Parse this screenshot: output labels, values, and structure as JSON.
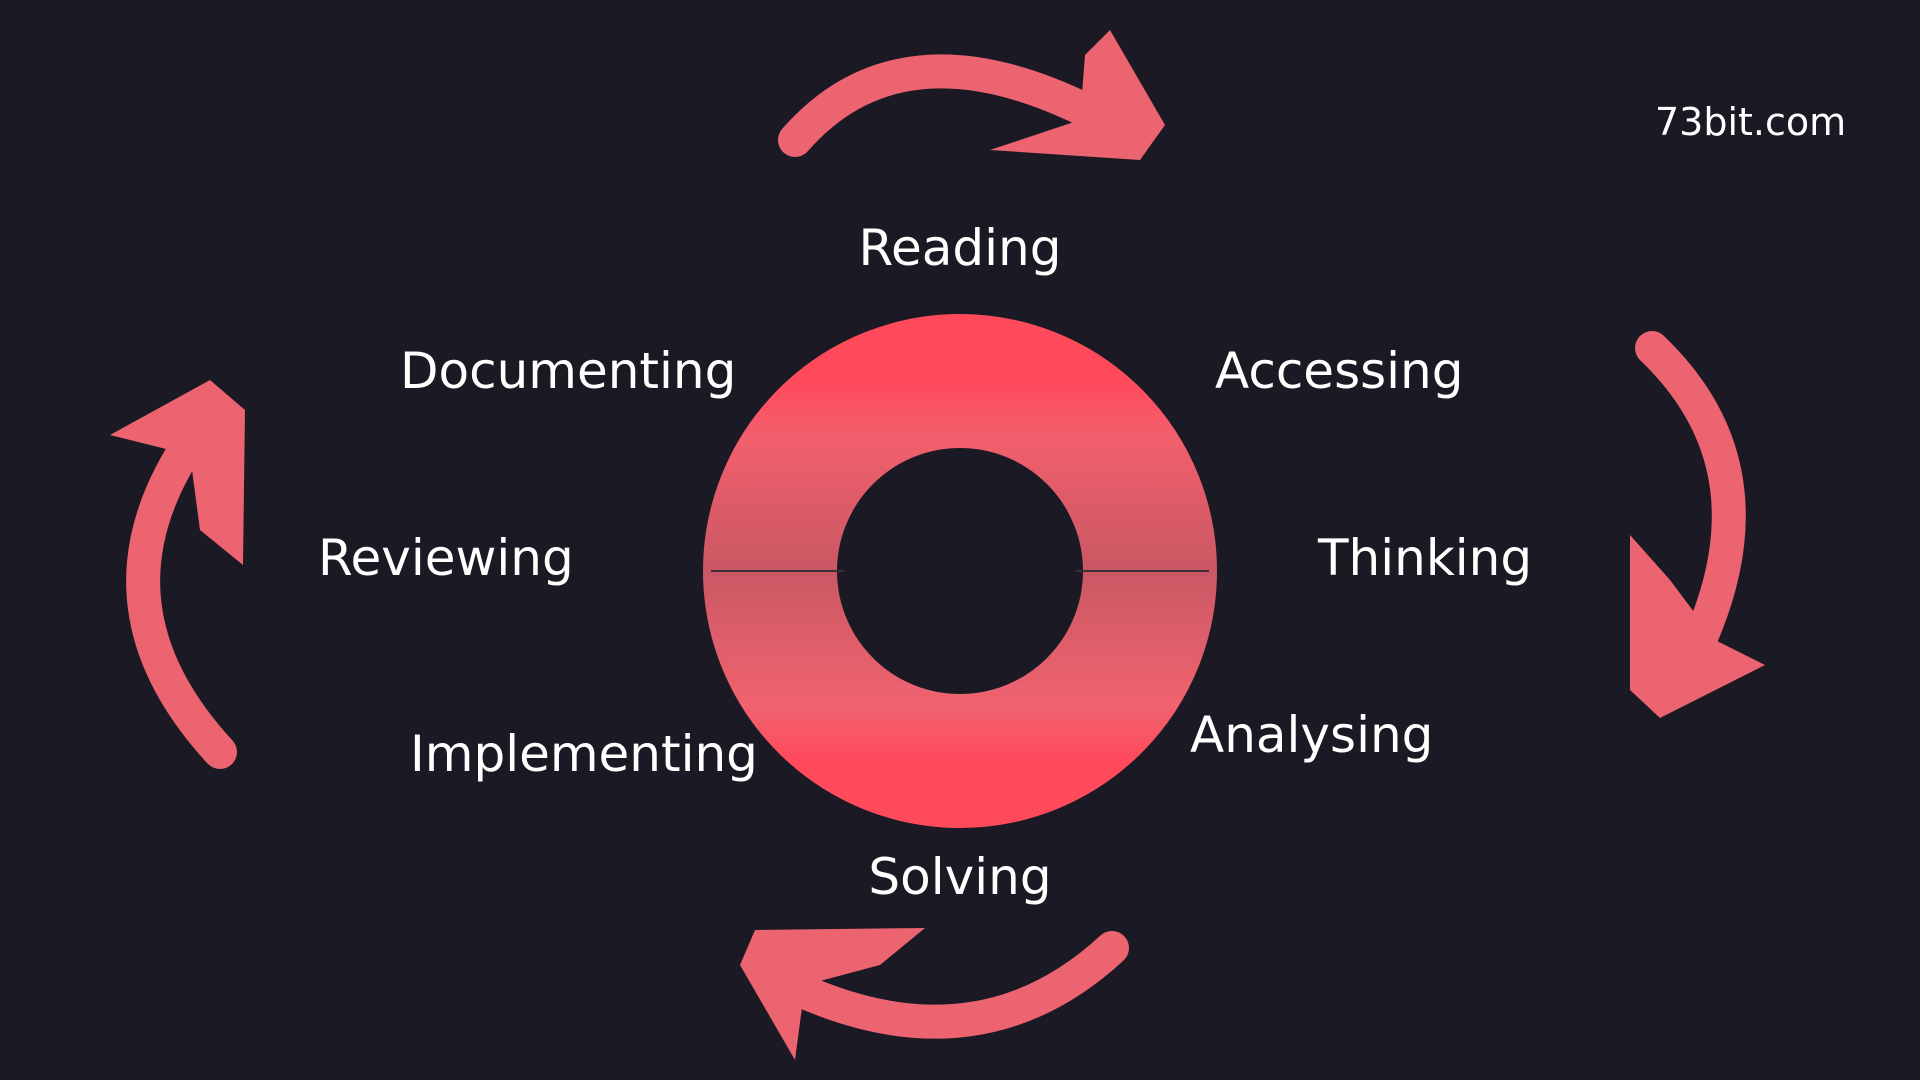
{
  "brand": "73bit.com",
  "cycle_steps": [
    "Reading",
    "Accessing",
    "Thinking",
    "Analysing",
    "Solving",
    "Implementing",
    "Reviewing",
    "Documenting"
  ],
  "colors": {
    "background": "#1b1924",
    "accent": "#ec6470",
    "ring_top": "#ff4a5c",
    "ring_mid": "#cc5a66"
  }
}
